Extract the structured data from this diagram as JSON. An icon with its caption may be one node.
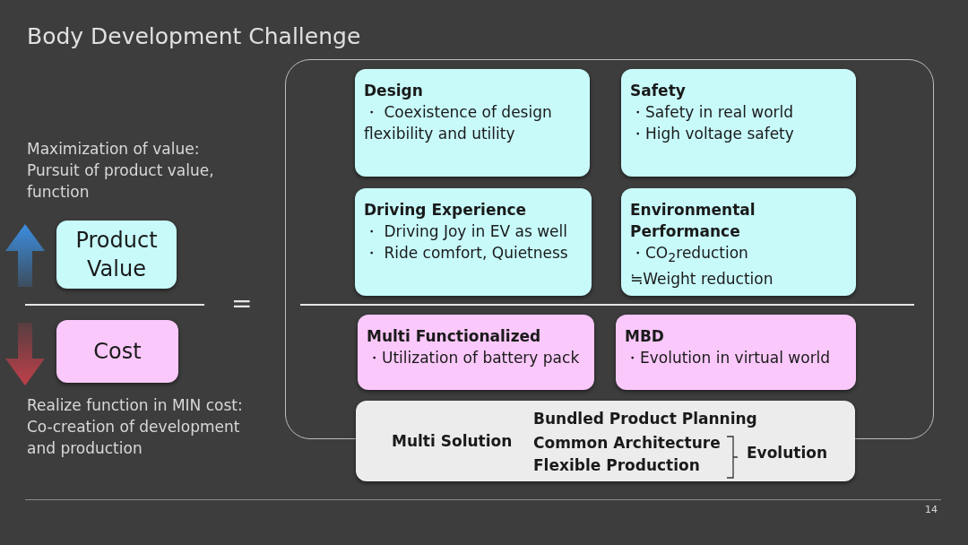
{
  "diagram": {
    "title": "Body Development Challenge",
    "nodes": [
      {
        "text": [
          "Product Value"
        ]
      },
      {
        "text": [
          "Cost"
        ]
      },
      {
        "text": [],
        "shape": "box"
      },
      {
        "text": [
          "Design",
          "・ Coexistence of design flexibility and utility"
        ],
        "in": 2
      },
      {
        "text": [
          "Safety",
          "・Safety in real world",
          "・High voltage safety"
        ],
        "in": 2
      },
      {
        "text": [
          "Driving Experience",
          "・ Driving Joy in EV as well",
          "・ Ride comfort, Quietness"
        ],
        "in": 2
      },
      {
        "text": [
          "Environmental Performance",
          "・CO$_{2}$reduction",
          "≒Weight reduction"
        ],
        "in": 2
      },
      {
        "text": [
          "Multi Functionalized",
          "・Utilization of battery pack"
        ],
        "in": 2
      },
      {
        "text": [
          "MBD",
          "・Evolution in virtual world"
        ],
        "in": 2
      },
      {
        "text": [
          "Multi Solution",
          "Bundled Product Planning",
          "Common Architecture",
          "Flexible Production",
          "Evolution"
        ]
      }
    ],
    "edges": [],
    "labels": [
      "Maximization of value: Pursuit of product value, function",
      "=",
      "Realize function in MIN cost: Co-creation of development and production",
      "14"
    ]
  }
}
